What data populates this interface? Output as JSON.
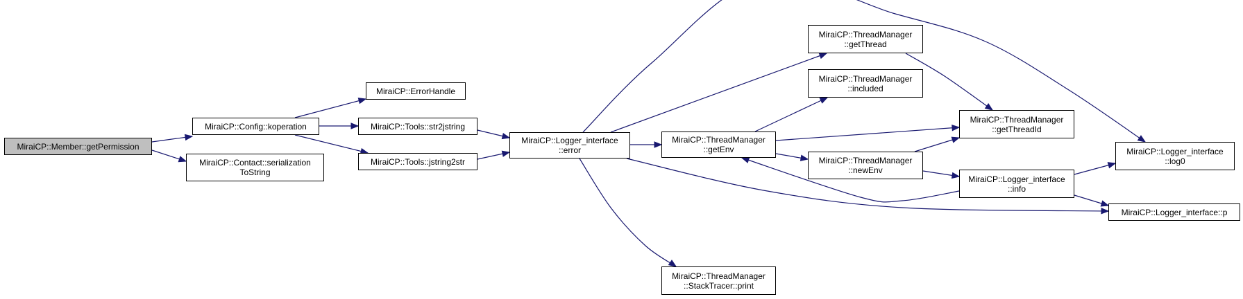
{
  "colors": {
    "edge": "#191970",
    "root_fill": "#bfbfbf",
    "node_fill": "#ffffff",
    "border": "#000000"
  },
  "nodes": {
    "getPermission": {
      "lines": [
        "MiraiCP::Member::getPermission"
      ]
    },
    "koperation": {
      "lines": [
        "MiraiCP::Config::koperation"
      ]
    },
    "serializationToString": {
      "lines": [
        "MiraiCP::Contact::serialization",
        "ToString"
      ]
    },
    "ErrorHandle": {
      "lines": [
        "MiraiCP::ErrorHandle"
      ]
    },
    "str2jstring": {
      "lines": [
        "MiraiCP::Tools::str2jstring"
      ]
    },
    "jstring2str": {
      "lines": [
        "MiraiCP::Tools::jstring2str"
      ]
    },
    "error": {
      "lines": [
        "MiraiCP::Logger_interface",
        "::error"
      ]
    },
    "getEnv": {
      "lines": [
        "MiraiCP::ThreadManager",
        "::getEnv"
      ]
    },
    "print": {
      "lines": [
        "MiraiCP::ThreadManager",
        "::StackTracer::print"
      ]
    },
    "getThread": {
      "lines": [
        "MiraiCP::ThreadManager",
        "::getThread"
      ]
    },
    "included": {
      "lines": [
        "MiraiCP::ThreadManager",
        "::included"
      ]
    },
    "newEnv": {
      "lines": [
        "MiraiCP::ThreadManager",
        "::newEnv"
      ]
    },
    "getThreadId": {
      "lines": [
        "MiraiCP::ThreadManager",
        "::getThreadId"
      ]
    },
    "info": {
      "lines": [
        "MiraiCP::Logger_interface",
        "::info"
      ]
    },
    "log0": {
      "lines": [
        "MiraiCP::Logger_interface",
        "::log0"
      ]
    },
    "p": {
      "lines": [
        "MiraiCP::Logger_interface::p"
      ]
    }
  },
  "edges": [
    {
      "from": "getPermission",
      "to": "koperation"
    },
    {
      "from": "getPermission",
      "to": "serializationToString"
    },
    {
      "from": "koperation",
      "to": "ErrorHandle"
    },
    {
      "from": "koperation",
      "to": "str2jstring"
    },
    {
      "from": "koperation",
      "to": "jstring2str"
    },
    {
      "from": "str2jstring",
      "to": "error"
    },
    {
      "from": "jstring2str",
      "to": "error"
    },
    {
      "from": "error",
      "to": "getThread"
    },
    {
      "from": "error",
      "to": "log0"
    },
    {
      "from": "error",
      "to": "getEnv"
    },
    {
      "from": "error",
      "to": "p"
    },
    {
      "from": "error",
      "to": "print"
    },
    {
      "from": "getThread",
      "to": "getThreadId"
    },
    {
      "from": "getEnv",
      "to": "included"
    },
    {
      "from": "getEnv",
      "to": "getThreadId"
    },
    {
      "from": "getEnv",
      "to": "newEnv"
    },
    {
      "from": "newEnv",
      "to": "getThreadId"
    },
    {
      "from": "newEnv",
      "to": "info"
    },
    {
      "from": "info",
      "to": "getEnv"
    },
    {
      "from": "info",
      "to": "log0"
    },
    {
      "from": "info",
      "to": "p"
    }
  ]
}
